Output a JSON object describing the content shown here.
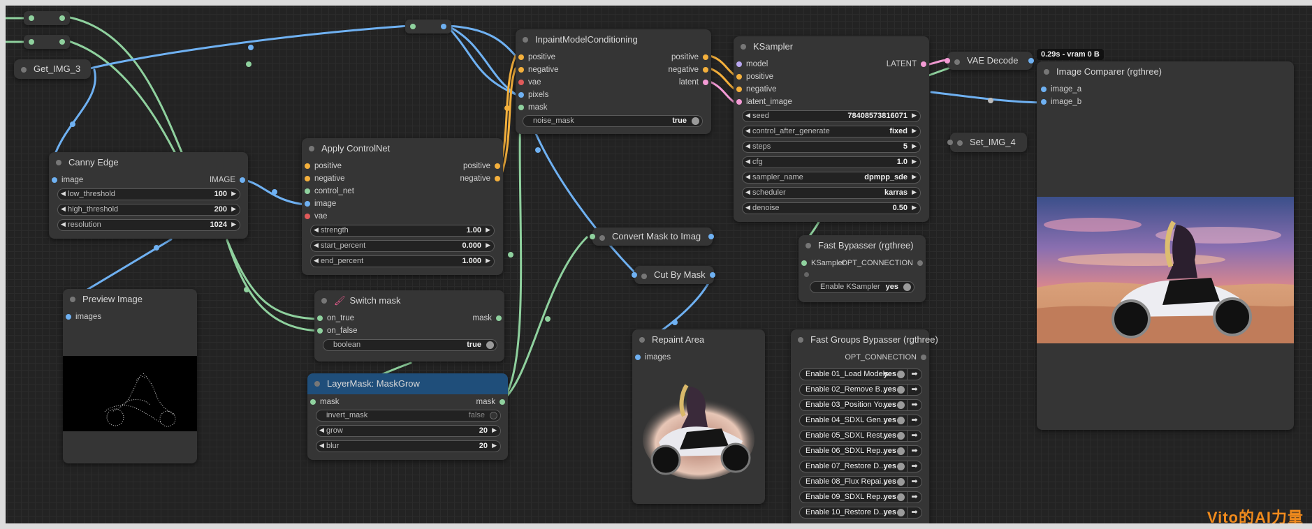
{
  "colors": {
    "image": "#6fb1f2",
    "cond": "#f4b03c",
    "mask": "#8dd4a0",
    "vae": "#e05a5a",
    "latent": "#f49bd5",
    "model": "#b8a6f0",
    "wire_blue": "#6fb1f2",
    "wire_green": "#8fd19e"
  },
  "getters": {
    "get_img_3": "Get_IMG_3",
    "set_img_4": "Set_IMG_4"
  },
  "canny": {
    "title": "Canny Edge",
    "in_image": "image",
    "out_image": "IMAGE",
    "widgets": [
      {
        "label": "low_threshold",
        "value": "100"
      },
      {
        "label": "high_threshold",
        "value": "200"
      },
      {
        "label": "resolution",
        "value": "1024"
      }
    ]
  },
  "preview": {
    "title": "Preview Image",
    "in_images": "images"
  },
  "controlnet": {
    "title": "Apply ControlNet",
    "inputs": [
      "positive",
      "negative",
      "control_net",
      "image",
      "vae"
    ],
    "out_positive": "positive",
    "out_negative": "negative",
    "widgets": [
      {
        "label": "strength",
        "value": "1.00"
      },
      {
        "label": "start_percent",
        "value": "0.000"
      },
      {
        "label": "end_percent",
        "value": "1.000"
      }
    ]
  },
  "switch": {
    "title": "Switch mask",
    "icon": "brush-icon",
    "in_true": "on_true",
    "in_false": "on_false",
    "out_mask": "mask",
    "widget_label": "boolean",
    "widget_value": "true"
  },
  "maskgrow": {
    "title": "LayerMask: MaskGrow",
    "in_mask": "mask",
    "out_mask": "mask",
    "toggle_label": "invert_mask",
    "toggle_value": "false",
    "widgets": [
      {
        "label": "grow",
        "value": "20"
      },
      {
        "label": "blur",
        "value": "20"
      }
    ]
  },
  "inpaint": {
    "title": "InpaintModelConditioning",
    "inputs": [
      "positive",
      "negative",
      "vae",
      "pixels",
      "mask"
    ],
    "outputs": [
      "positive",
      "negative",
      "latent"
    ],
    "toggle_label": "noise_mask",
    "toggle_value": "true"
  },
  "convert": {
    "title": "Convert Mask to Imag"
  },
  "cutbymask": {
    "title": "Cut By Mask"
  },
  "repaint": {
    "title": "Repaint Area",
    "in_images": "images"
  },
  "ksampler": {
    "title": "KSampler",
    "inputs": [
      "model",
      "positive",
      "negative",
      "latent_image"
    ],
    "out_latent": "LATENT",
    "widgets": [
      {
        "label": "seed",
        "value": "78408573816071"
      },
      {
        "label": "control_after_generate",
        "value": "fixed"
      },
      {
        "label": "steps",
        "value": "5"
      },
      {
        "label": "cfg",
        "value": "1.0"
      },
      {
        "label": "sampler_name",
        "value": "dpmpp_sde"
      },
      {
        "label": "scheduler",
        "value": "karras"
      },
      {
        "label": "denoise",
        "value": "0.50"
      }
    ]
  },
  "bypasser": {
    "title": "Fast Bypasser (rgthree)",
    "in_label": "KSampler",
    "out_label": "OPT_CONNECTION",
    "toggle_label": "Enable KSampler",
    "toggle_value": "yes"
  },
  "groups": {
    "title": "Fast Groups Bypasser (rgthree)",
    "out_label": "OPT_CONNECTION",
    "items": [
      {
        "label": "Enable 01_Load Models",
        "value": "yes"
      },
      {
        "label": "Enable 02_Remove B...",
        "value": "yes"
      },
      {
        "label": "Enable 03_Position Yo...",
        "value": "yes"
      },
      {
        "label": "Enable 04_SDXL Gen...",
        "value": "yes"
      },
      {
        "label": "Enable 05_SDXL Rest...",
        "value": "yes"
      },
      {
        "label": "Enable 06_SDXL Rep...",
        "value": "yes"
      },
      {
        "label": "Enable 07_Restore D...",
        "value": "yes"
      },
      {
        "label": "Enable 08_Flux Repai...",
        "value": "yes"
      },
      {
        "label": "Enable 09_SDXL Rep...",
        "value": "yes"
      },
      {
        "label": "Enable 10_Restore D...",
        "value": "yes"
      }
    ]
  },
  "vaedecode": {
    "title": "VAE Decode"
  },
  "comparer": {
    "title": "Image Comparer (rgthree)",
    "inputs": [
      "image_a",
      "image_b"
    ],
    "badge": "0.29s - vram 0 B"
  },
  "watermark": "Vito的AI力量"
}
